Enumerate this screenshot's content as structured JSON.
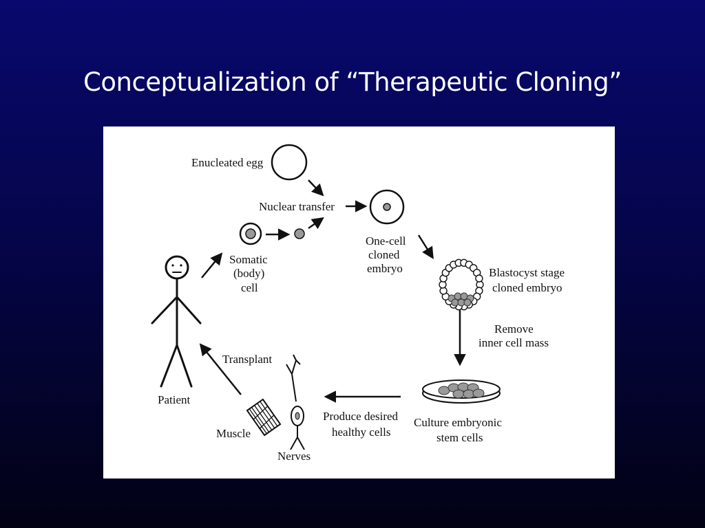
{
  "slide": {
    "title": "Conceptualization of “Therapeutic Cloning”"
  },
  "diagram": {
    "labels": {
      "enucleated_egg": "Enucleated egg",
      "nuclear_transfer": "Nuclear transfer",
      "one_cell_line1": "One-cell",
      "one_cell_line2": "cloned",
      "one_cell_line3": "embryo",
      "blastocyst_line1": "Blastocyst stage",
      "blastocyst_line2": "cloned embryo",
      "remove_line1": "Remove",
      "remove_line2": "inner cell mass",
      "culture_line1": "Culture embryonic",
      "culture_line2": "stem cells",
      "produce_line1": "Produce desired",
      "produce_line2": "healthy cells",
      "nerves": "Nerves",
      "muscle": "Muscle",
      "transplant": "Transplant",
      "patient": "Patient",
      "somatic_line1": "Somatic",
      "somatic_line2": "(body)",
      "somatic_line3": "cell"
    },
    "colors": {
      "ink": "#111111",
      "cell_fill": "#999999"
    }
  }
}
